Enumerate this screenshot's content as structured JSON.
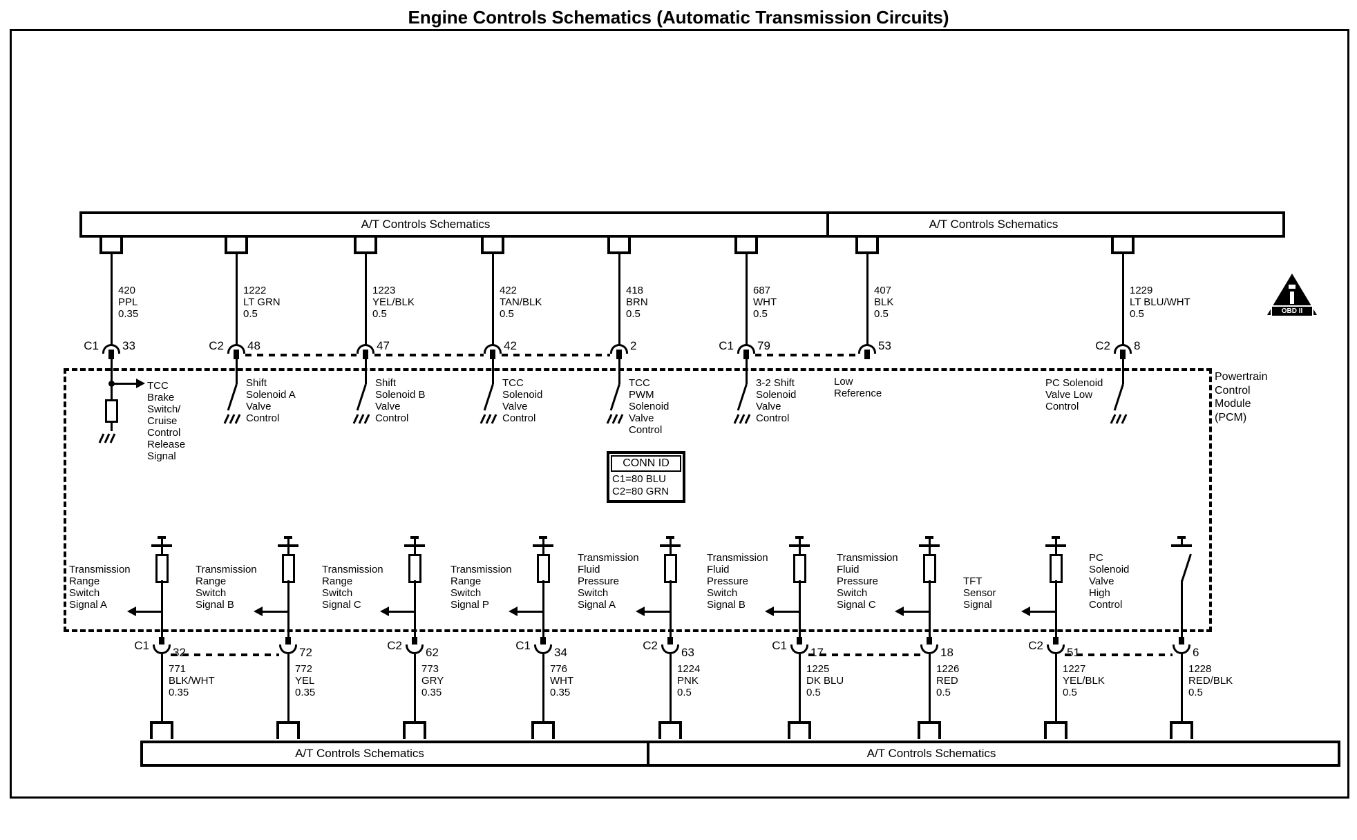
{
  "title": "Engine Controls Schematics (Automatic Transmission Circuits)",
  "banners": {
    "top_left": "A/T Controls Schematics",
    "top_right": "A/T Controls Schematics",
    "bottom_left": "A/T Controls Schematics",
    "bottom_right": "A/T Controls Schematics"
  },
  "pcm_label": "Powertrain\nControl\nModule\n(PCM)",
  "conn_id": {
    "header": "CONN ID",
    "row1": "C1=80 BLU",
    "row2": "C2=80 GRN"
  },
  "obd_label": "OBD II",
  "top_circuits": [
    {
      "conn": "C1",
      "pin": "33",
      "circuit": "420",
      "color": "PPL",
      "gauge": "0.35",
      "function": "TCC\nBrake\nSwitch/\nCruise\nControl\nRelease\nSignal",
      "device": "signal-arrow-resistor-ground",
      "label_side": "arrow-right"
    },
    {
      "conn": "C2",
      "pin": "48",
      "circuit": "1222",
      "color": "LT GRN",
      "gauge": "0.5",
      "function": "Shift\nSolenoid A\nValve\nControl",
      "device": "solenoid-switch-to-ground",
      "label_side": "right"
    },
    {
      "conn": "",
      "pin": "47",
      "circuit": "1223",
      "color": "YEL/BLK",
      "gauge": "0.5",
      "function": "Shift\nSolenoid B\nValve\nControl",
      "device": "solenoid-switch-to-ground",
      "label_side": "right"
    },
    {
      "conn": "",
      "pin": "42",
      "circuit": "422",
      "color": "TAN/BLK",
      "gauge": "0.5",
      "function": "TCC\nSolenoid\nValve\nControl",
      "device": "solenoid-switch-to-ground",
      "label_side": "right"
    },
    {
      "conn": "",
      "pin": "2",
      "circuit": "418",
      "color": "BRN",
      "gauge": "0.5",
      "function": "TCC\nPWM\nSolenoid\nValve\nControl",
      "device": "solenoid-switch-to-ground",
      "label_side": "right"
    },
    {
      "conn": "C1",
      "pin": "79",
      "circuit": "687",
      "color": "WHT",
      "gauge": "0.5",
      "function": "3-2 Shift\nSolenoid\nValve\nControl",
      "device": "solenoid-switch-to-ground",
      "label_side": "right"
    },
    {
      "conn": "",
      "pin": "53",
      "circuit": "407",
      "color": "BLK",
      "gauge": "0.5",
      "function": "Low\nReference",
      "device": "none",
      "label_side": "below"
    },
    {
      "conn": "C2",
      "pin": "8",
      "circuit": "1229",
      "color": "LT BLU/WHT",
      "gauge": "0.5",
      "function": "PC Solenoid\nValve Low\nControl",
      "device": "solenoid-switch-to-ground",
      "label_side": "left"
    }
  ],
  "top_pin_links": [
    [
      1,
      2
    ],
    [
      2,
      3
    ],
    [
      3,
      4
    ],
    [
      5,
      6
    ]
  ],
  "bottom_circuits": [
    {
      "conn": "C1",
      "pin": "32",
      "circuit": "771",
      "color": "BLK/WHT",
      "gauge": "0.35",
      "function": "Transmission\nRange\nSwitch\nSignal A",
      "device": "pullup-resistor-signal",
      "label_side": "left"
    },
    {
      "conn": "",
      "pin": "72",
      "circuit": "772",
      "color": "YEL",
      "gauge": "0.35",
      "function": "Transmission\nRange\nSwitch\nSignal B",
      "device": "pullup-resistor-signal",
      "label_side": "left"
    },
    {
      "conn": "C2",
      "pin": "62",
      "circuit": "773",
      "color": "GRY",
      "gauge": "0.35",
      "function": "Transmission\nRange\nSwitch\nSignal C",
      "device": "pullup-resistor-signal",
      "label_side": "left"
    },
    {
      "conn": "C1",
      "pin": "34",
      "circuit": "776",
      "color": "WHT",
      "gauge": "0.35",
      "function": "Transmission\nRange\nSwitch\nSignal P",
      "device": "pullup-resistor-signal",
      "label_side": "left"
    },
    {
      "conn": "C2",
      "pin": "63",
      "circuit": "1224",
      "color": "PNK",
      "gauge": "0.5",
      "function": "Transmission\nFluid\nPressure\nSwitch\nSignal A",
      "device": "pullup-resistor-signal",
      "label_side": "left"
    },
    {
      "conn": "C1",
      "pin": "17",
      "circuit": "1225",
      "color": "DK BLU",
      "gauge": "0.5",
      "function": "Transmission\nFluid\nPressure\nSwitch\nSignal B",
      "device": "pullup-resistor-signal",
      "label_side": "left"
    },
    {
      "conn": "",
      "pin": "18",
      "circuit": "1226",
      "color": "RED",
      "gauge": "0.5",
      "function": "Transmission\nFluid\nPressure\nSwitch\nSignal C",
      "device": "pullup-resistor-signal",
      "label_side": "left"
    },
    {
      "conn": "C2",
      "pin": "51",
      "circuit": "1227",
      "color": "YEL/BLK",
      "gauge": "0.5",
      "function": "TFT\nSensor\nSignal",
      "device": "pullup-resistor-signal",
      "label_side": "left"
    },
    {
      "conn": "",
      "pin": "6",
      "circuit": "1228",
      "color": "RED/BLK",
      "gauge": "0.5",
      "function": "PC\nSolenoid\nValve\nHigh\nControl",
      "device": "pullup-switch",
      "label_side": "left"
    }
  ],
  "bottom_pin_links": [
    [
      0,
      1
    ],
    [
      5,
      6
    ],
    [
      7,
      8
    ]
  ]
}
